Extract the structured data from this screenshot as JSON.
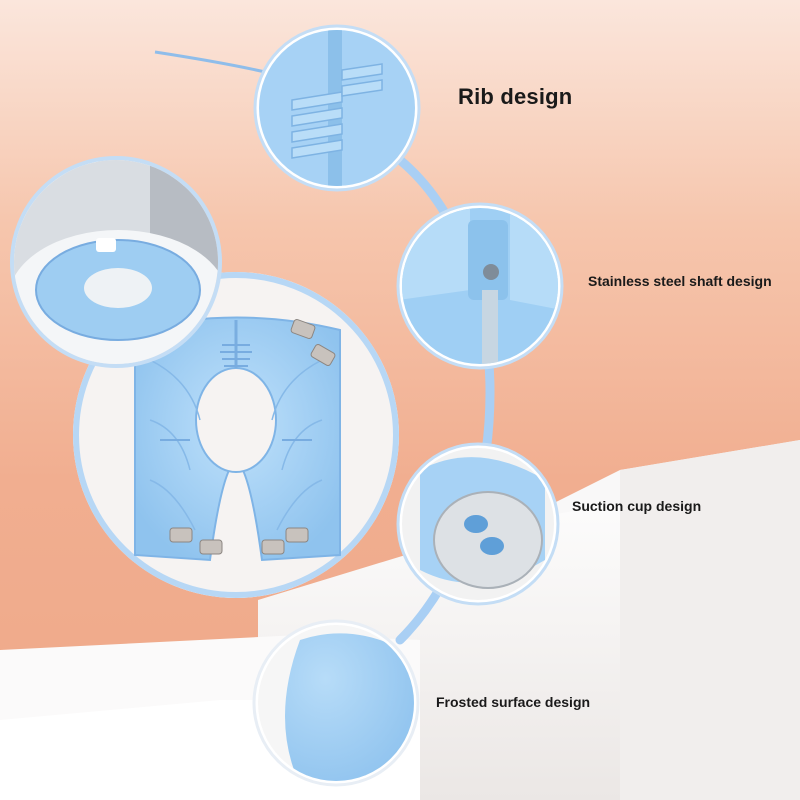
{
  "features": {
    "rib": "Rib design",
    "steel": "Stainless steel shaft design",
    "suction": "Suction cup design",
    "frosted": "Frosted surface design"
  },
  "colors": {
    "background_top": "#fbe6dc",
    "background_bottom": "#eea888",
    "product_blue": "#9dcdf2",
    "ring_blue": "#b5d6f5",
    "podium_white": "#f4f2f1"
  }
}
